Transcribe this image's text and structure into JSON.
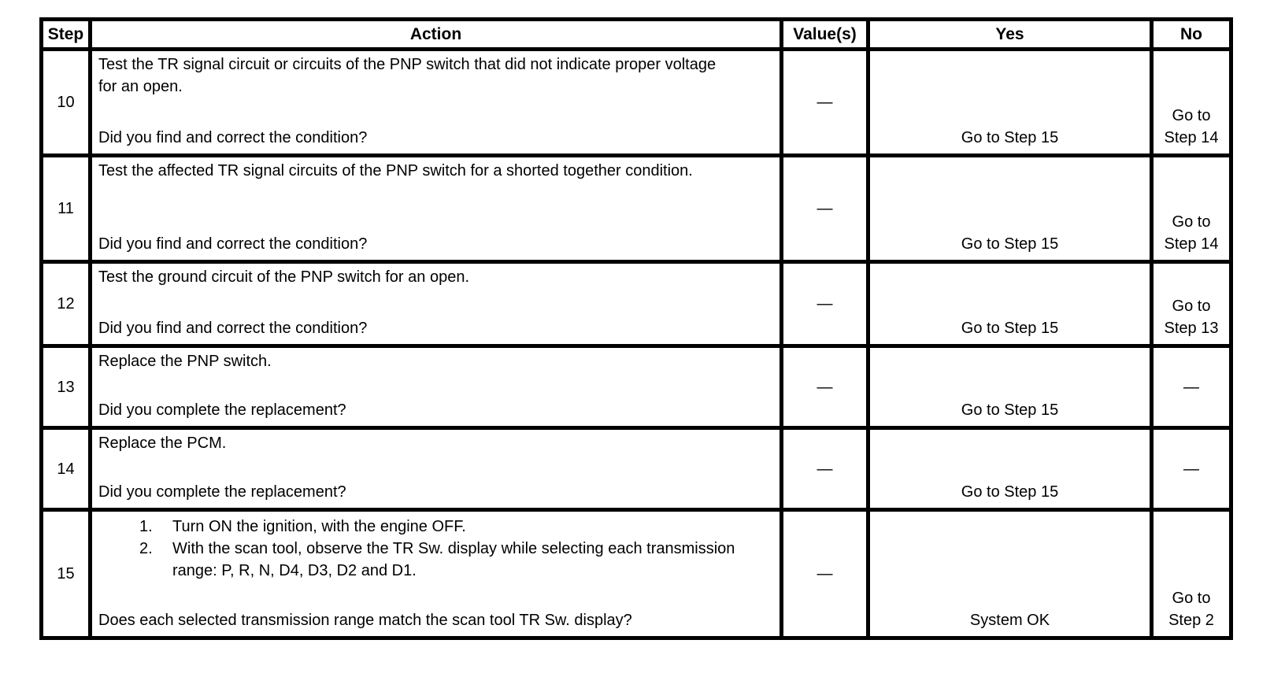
{
  "table": {
    "headers": {
      "step": "Step",
      "action": "Action",
      "values": "Value(s)",
      "yes": "Yes",
      "no": "No"
    },
    "rows": [
      {
        "step": "10",
        "action": "Test the TR signal circuit or circuits of the PNP switch that did not indicate proper voltage for an open.",
        "question": "Did you find and correct the condition?",
        "value": "—",
        "yes": "Go to Step 15",
        "no": "Go to Step 14"
      },
      {
        "step": "11",
        "action": "Test the affected TR signal circuits of the PNP switch for a shorted together condition.",
        "question": "Did you find and correct the condition?",
        "value": "—",
        "yes": "Go to Step 15",
        "no": "Go to Step 14"
      },
      {
        "step": "12",
        "action": "Test the ground circuit of the PNP switch for an open.",
        "question": "Did you find and correct the condition?",
        "value": "—",
        "yes": "Go to Step 15",
        "no": "Go to Step 13"
      },
      {
        "step": "13",
        "action": "Replace the PNP switch.",
        "question": "Did you complete the replacement?",
        "value": "—",
        "yes": "Go to Step 15",
        "no": "—"
      },
      {
        "step": "14",
        "action": "Replace the PCM.",
        "question": "Did you complete the replacement?",
        "value": "—",
        "yes": "Go to Step 15",
        "no": "—"
      },
      {
        "step": "15",
        "action_list": [
          {
            "num": "1.",
            "text": "Turn ON the ignition, with the engine OFF."
          },
          {
            "num": "2.",
            "text": "With the scan tool, observe the TR Sw. display while selecting each transmission range: P, R, N, D4, D3, D2 and D1."
          }
        ],
        "question": "Does each selected transmission range match the scan tool TR Sw. display?",
        "value": "—",
        "yes": "System OK",
        "no": "Go to Step 2"
      }
    ]
  }
}
